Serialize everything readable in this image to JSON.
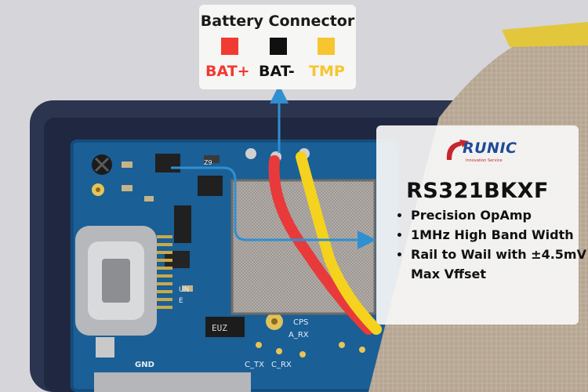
{
  "callout_battery": {
    "title": "Battery Connector",
    "pins": [
      {
        "label": "BAT+",
        "color": "#f03a32"
      },
      {
        "label": "BAT-",
        "color": "#101010"
      },
      {
        "label": "TMP",
        "color": "#f7c52f"
      }
    ]
  },
  "chip_panel": {
    "logo": {
      "word": "RUNIC",
      "tagline": "Innovation Service"
    },
    "part_number": "RS321BKXF",
    "features": [
      "Precision OpAmp",
      "1MHz High Band Width",
      "Rail to Wail with ±4.5mV Max Vffset"
    ]
  },
  "board_silkscreen": [
    "GND",
    "CPS",
    "A_RX",
    "C_RX",
    "C_TX",
    "EUZ",
    "Z9",
    "UN",
    "E"
  ],
  "colors": {
    "pcb": "#1a5f96",
    "enclosure": "#2b3550",
    "arrow": "#2f8fd0",
    "wire_red": "#e8393b",
    "wire_yellow": "#f4d21e"
  }
}
